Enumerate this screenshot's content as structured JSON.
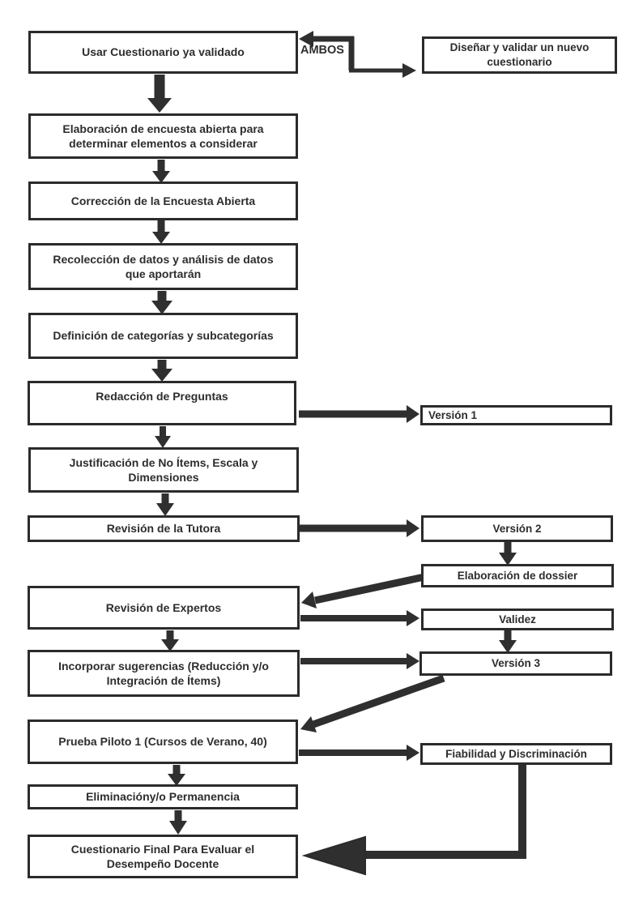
{
  "diagram": {
    "type": "flowchart",
    "language": "es",
    "connector_label": "AMBOS",
    "colors": {
      "background": "#ffffff",
      "box_border": "#2b2b2b",
      "line": "#2f2f2f",
      "text": "#2d2d2d"
    },
    "nodes": {
      "usar_cuestionario": "Usar Cuestionario ya validado",
      "disenar_cuestionario": "Diseñar  y validar un nuevo cuestionario",
      "elaboracion_encuesta": "Elaboración de encuesta abierta para determinar elementos a considerar",
      "correccion_encuesta": "Corrección de la Encuesta Abierta",
      "recoleccion_datos": "Recolección de datos y análisis de datos que aportarán",
      "definicion_categorias": "Definición de categorías y subcategorías",
      "redaccion_preguntas": "Redacción de Preguntas",
      "version_1": "Versión 1",
      "justificacion_items": "Justificación de No Ítems, Escala y Dimensiones",
      "revision_tutora": "Revisión de la Tutora",
      "version_2": "Versión 2",
      "elaboracion_dossier": "Elaboración de dossier",
      "revision_expertos": "Revisión de Expertos",
      "validez": "Validez",
      "incorporar_sugerencias": "Incorporar sugerencias (Reducción y/o Integración de Ítems)",
      "version_3": "Versión 3",
      "prueba_piloto": "Prueba Piloto 1 (Cursos de Verano, 40)",
      "fiabilidad": "Fiabilidad y Discriminación",
      "eliminacion": "Eliminacióny/o Permanencia",
      "cuestionario_final": "Cuestionario Final Para Evaluar el Desempeño Docente"
    },
    "edges": [
      "usar_cuestionario <- AMBOS -> disenar_cuestionario",
      "usar_cuestionario -> elaboracion_encuesta",
      "elaboracion_encuesta -> correccion_encuesta",
      "correccion_encuesta -> recoleccion_datos",
      "recoleccion_datos -> definicion_categorias",
      "definicion_categorias -> redaccion_preguntas",
      "redaccion_preguntas -> version_1",
      "redaccion_preguntas -> justificacion_items",
      "justificacion_items -> revision_tutora",
      "revision_tutora -> version_2",
      "version_2 -> elaboracion_dossier",
      "elaboracion_dossier -> revision_expertos",
      "revision_expertos -> validez",
      "revision_expertos -> incorporar_sugerencias",
      "validez -> version_3",
      "incorporar_sugerencias -> version_3",
      "version_3 -> prueba_piloto",
      "prueba_piloto -> fiabilidad",
      "prueba_piloto -> eliminacion",
      "eliminacion -> cuestionario_final",
      "fiabilidad -> cuestionario_final"
    ]
  }
}
